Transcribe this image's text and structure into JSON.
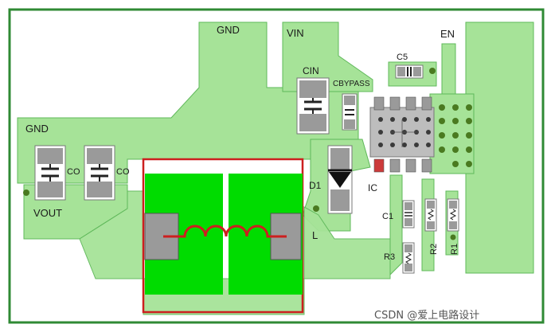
{
  "colors": {
    "board_border": "#2f8a34",
    "board_fill": "#ffffff",
    "copper": "#a6e398",
    "copper_edge": "#5fb85a",
    "pad_bright": "#00dc00",
    "inductor_outline": "#cc1f1f",
    "component_pad": "#9a9a9a",
    "via": "#2a2a2a"
  },
  "labels": {
    "gnd_top": "GND",
    "vin": "VIN",
    "en": "EN",
    "c5": "C5",
    "cin": "CIN",
    "cbypass": "CBYPASS",
    "gnd_left": "GND",
    "co_1": "CO",
    "co_2": "CO",
    "vout": "VOUT",
    "d1": "D1",
    "ic": "IC",
    "l": "L",
    "c1": "C1",
    "r3": "R3",
    "r2": "R2",
    "r1": "R1"
  },
  "watermark": "CSDN @爱上电路设计"
}
